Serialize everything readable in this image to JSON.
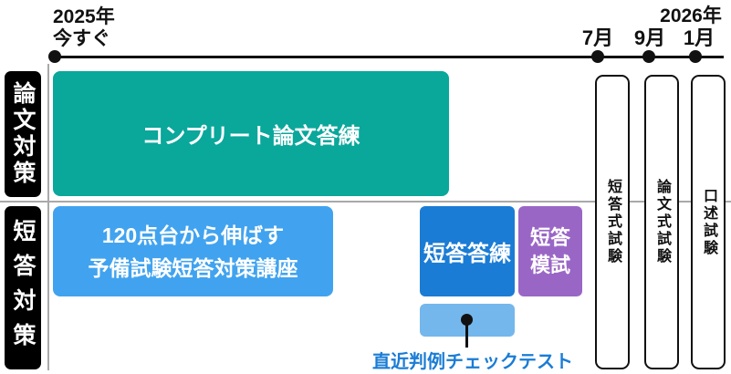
{
  "colors": {
    "teal_bar": "#0aa79b",
    "blue_bar": "#41a3ef",
    "dark_blue_bar": "#1a7cd5",
    "purple_bar": "#9a66c6",
    "light_blue_box": "#74b7ec",
    "row_label_bg": "#000000",
    "separator_gray": "#a9a9a9",
    "checktest_text": "#1a7cd5"
  },
  "timeline": {
    "start_year": "2025年",
    "start_label": "今すぐ",
    "end_year": "2026年",
    "months": [
      "7月",
      "9月",
      "1月"
    ]
  },
  "rows": [
    {
      "label": "論文対策"
    },
    {
      "label": "短答対策"
    }
  ],
  "courses": {
    "complete_ronbun": {
      "label": "コンプリート論文答練"
    },
    "tanto_taisaku": {
      "line1": "120点台から伸ばす",
      "line2": "予備試験短答対策講座"
    },
    "tanto_touren": {
      "label": "短答答練"
    },
    "tanto_moshi": {
      "line1": "短答",
      "line2": "模試"
    },
    "checktest": {
      "label": "直近判例チェックテスト"
    }
  },
  "exams": [
    {
      "label": "短答式試験"
    },
    {
      "label": "論文式試験"
    },
    {
      "label": "口述試験"
    }
  ]
}
